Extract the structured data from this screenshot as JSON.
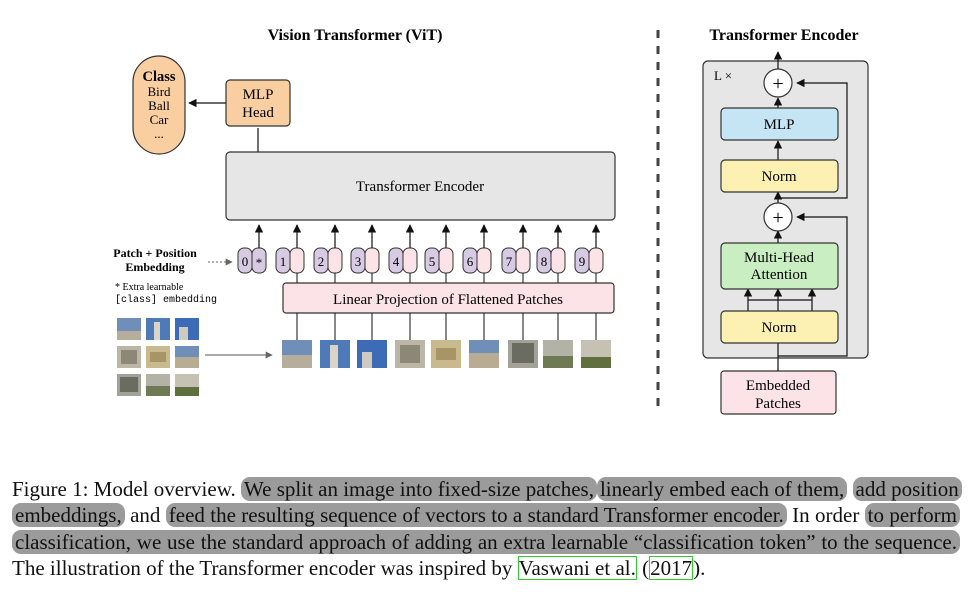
{
  "vit": {
    "title": "Vision Transformer (ViT)",
    "class_box": {
      "title": "Class",
      "items": [
        "Bird",
        "Ball",
        "Car",
        "..."
      ]
    },
    "mlp_head": [
      "MLP",
      "Head"
    ],
    "transformer_encoder": "Transformer Encoder",
    "embedding_label": [
      "Patch + Position",
      "Embedding"
    ],
    "extra_note": [
      "* Extra learnable",
      "[class] embedding"
    ],
    "tokens": [
      "0",
      "1",
      "2",
      "3",
      "4",
      "5",
      "6",
      "7",
      "8",
      "9"
    ],
    "class_token_mark": "*",
    "linear_projection": "Linear Projection of Flattened Patches"
  },
  "encoder": {
    "title": "Transformer Encoder",
    "repeat": "L ×",
    "plus": "+",
    "mlp": "MLP",
    "norm": "Norm",
    "attention": [
      "Multi-Head",
      "Attention"
    ],
    "input": [
      "Embedded",
      "Patches"
    ]
  },
  "colors": {
    "class_fill": "#f9cfa1",
    "mlp_head_fill": "#f9cfa1",
    "encoder_fill": "#e6e6e6",
    "token_fill": "#d7cbe3",
    "embedding_fill": "#fbe3e8",
    "mlp_fill": "#c6e5f4",
    "norm_fill": "#fdf0b3",
    "attention_fill": "#c9eec2",
    "highlight": "#9b9b9b",
    "citation_box": "#2ecc2e"
  },
  "caption": {
    "label": "Figure 1: Model overview. ",
    "s1": "We split an image into fixed-size patches,",
    "s2": "linearly embed each of them,",
    "s3": "add position embeddings,",
    "t1": " and ",
    "s4": "feed the resulting sequence of vectors to a standard Transformer encoder.",
    "t2": " In order ",
    "s5": "to perform classification, we use the standard approach of adding an extra learnable “classification token” to the sequence.",
    "t3": " The illustration of the Transformer encoder was inspired by ",
    "cite_authors": "Vaswani et al.",
    "cite_open": " (",
    "cite_year": "2017",
    "cite_close": ")."
  }
}
